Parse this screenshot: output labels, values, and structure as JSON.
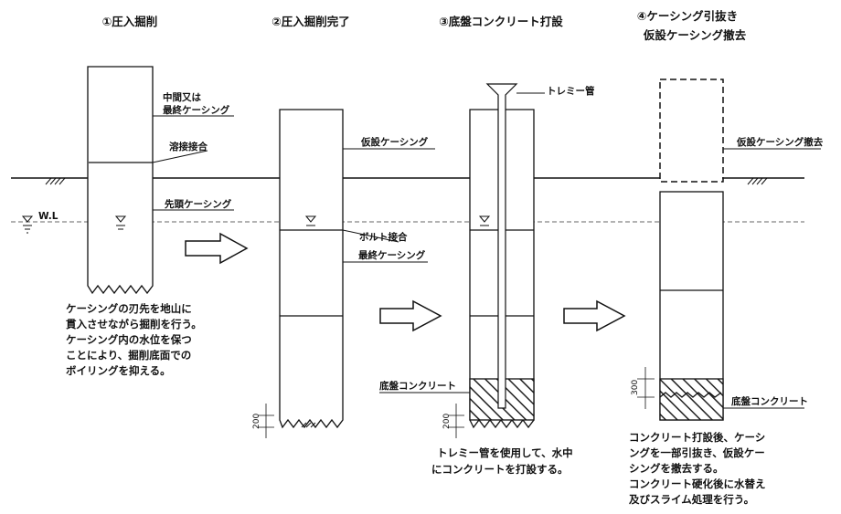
{
  "steps": [
    {
      "title": "①圧入掘削",
      "labels": {
        "intermediate": "中間又は",
        "final": "最終ケーシング",
        "weld": "溶接接合",
        "tip": "先頭ケーシング"
      },
      "note": [
        "ケーシングの刃先を地山に",
        "貫入させながら掘削を行う。",
        "ケーシング内の水位を保つ",
        "ことにより、掘削底面での",
        "ボイリングを抑える。"
      ]
    },
    {
      "title": "②圧入掘削完了",
      "labels": {
        "temp": "仮設ケーシング",
        "bolt": "ボルト接合",
        "final": "最終ケーシング"
      },
      "dim": "200"
    },
    {
      "title": "③底盤コンクリート打設",
      "labels": {
        "tremie": "トレミー管",
        "concrete": "底盤コンクリート"
      },
      "dim": "200",
      "note": [
        "トレミー管を使用して、水中",
        "にコンクリートを打設する。"
      ]
    },
    {
      "title_lines": [
        "④ケーシング引抜き",
        "仮設ケーシング撤去"
      ],
      "labels": {
        "removed": "仮設ケーシング撤去",
        "concrete": "底盤コンクリート"
      },
      "dim": "300",
      "note": [
        "コンクリート打設後、ケーシ",
        "ングを一部引抜き、仮設ケー",
        "シングを撤去する。",
        "コンクリート硬化後に水替え",
        "及びスライム処理を行う。"
      ]
    }
  ],
  "water_level": "W.L"
}
